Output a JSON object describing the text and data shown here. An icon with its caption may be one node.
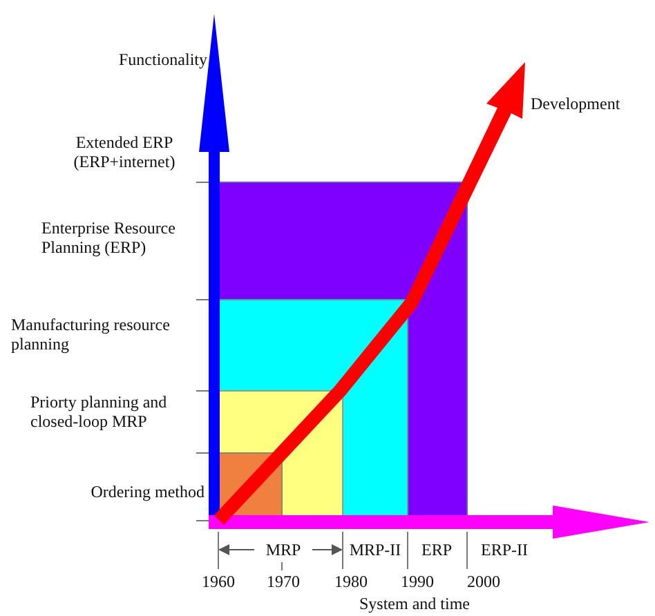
{
  "diagram": {
    "labels": [
      "Functionality",
      "Development",
      "Extended ERP (ERP+internet)",
      "Enterprise Resource Planning (ERP)",
      "Manufacturing resource planning",
      "Priorty planning and closed-loop MRP",
      "Ordering method",
      "MRP",
      "MRP-II",
      "ERP",
      "ERP-II",
      "1960",
      "1970",
      "1980",
      "1990",
      "2000",
      "System and time"
    ]
  }
}
